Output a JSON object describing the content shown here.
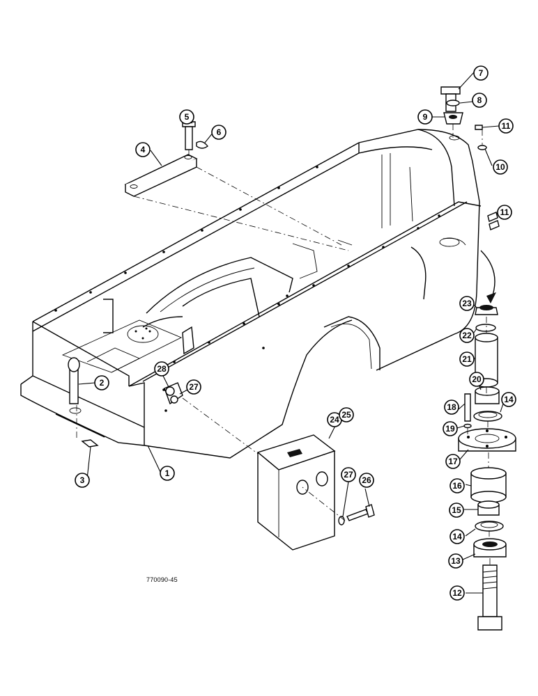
{
  "drawing": {
    "id": "770090-45",
    "callouts": [
      {
        "label": "1"
      },
      {
        "label": "2"
      },
      {
        "label": "3"
      },
      {
        "label": "4"
      },
      {
        "label": "5"
      },
      {
        "label": "6"
      },
      {
        "label": "7"
      },
      {
        "label": "8"
      },
      {
        "label": "9"
      },
      {
        "label": "10"
      },
      {
        "label": "11"
      },
      {
        "label": "11"
      },
      {
        "label": "12"
      },
      {
        "label": "13"
      },
      {
        "label": "14"
      },
      {
        "label": "14"
      },
      {
        "label": "15"
      },
      {
        "label": "16"
      },
      {
        "label": "17"
      },
      {
        "label": "18"
      },
      {
        "label": "19"
      },
      {
        "label": "20"
      },
      {
        "label": "21"
      },
      {
        "label": "22"
      },
      {
        "label": "23"
      },
      {
        "label": "24"
      },
      {
        "label": "25"
      },
      {
        "label": "26"
      },
      {
        "label": "27"
      },
      {
        "label": "27"
      },
      {
        "label": "28"
      }
    ]
  }
}
